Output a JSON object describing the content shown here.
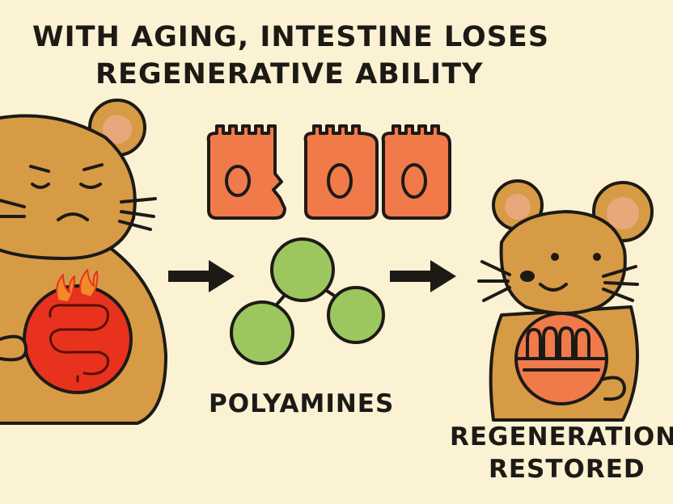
{
  "title": {
    "line1": "WITH AGING,  INTESTINE LOSES",
    "line2": "REGENERATIVE ABILITY"
  },
  "labels": {
    "polyamines": "POLYAMINES",
    "regeneration_line1": "REGENERATION",
    "regeneration_line2": "RESTORED"
  },
  "colors": {
    "background": "#fbf1d3",
    "mouse_fur": "#d79b45",
    "outline": "#1d1a16",
    "cell_orange": "#f07a4a",
    "polyamine_green": "#9cc75f",
    "inflamed_red": "#e8321e",
    "flame_orange": "#f28a2a"
  }
}
